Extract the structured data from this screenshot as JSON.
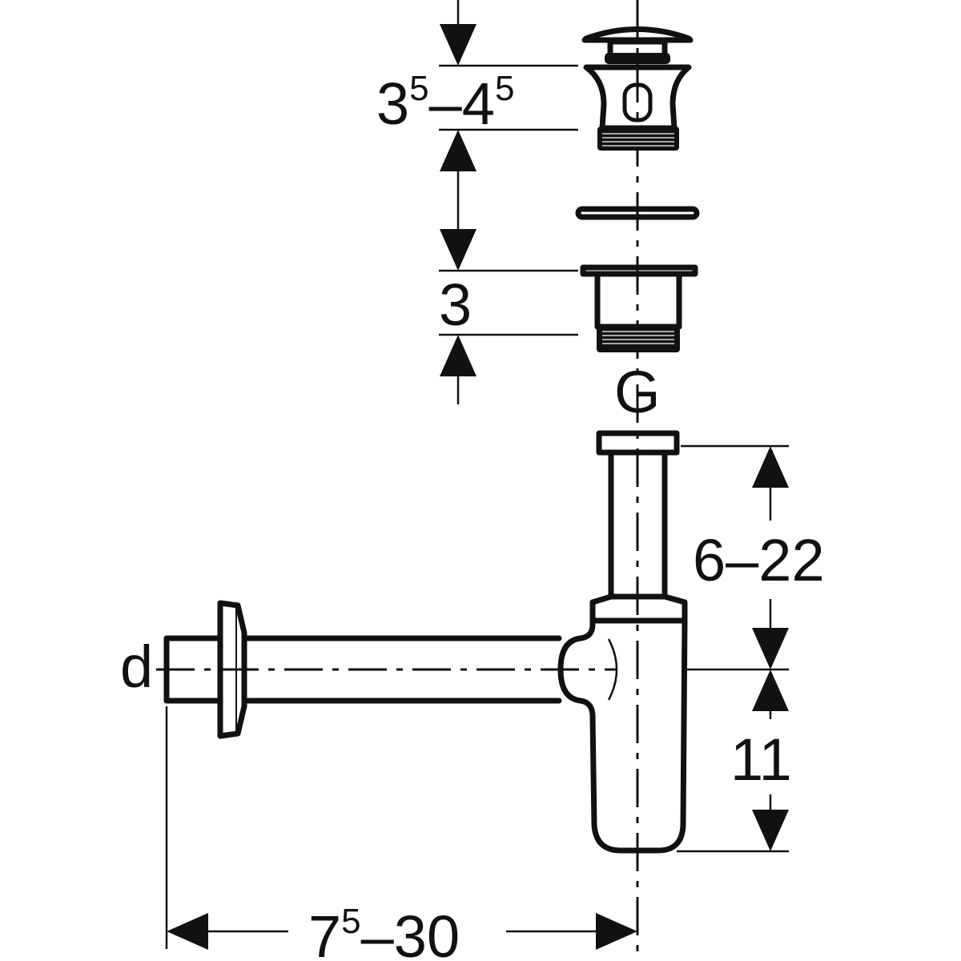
{
  "drawing": {
    "title": "Bottle trap with pop-up drain dimensions",
    "labels": {
      "plug_height": {
        "main_a": "3",
        "sup_a": "5",
        "dash": "–",
        "main_b": "4",
        "sup_b": "5"
      },
      "basket_height": "3",
      "thread": "G",
      "tube_height": "6–22",
      "trap_depth": "11",
      "diameter": "d",
      "arm_length": {
        "main_a": "7",
        "sup_a": "5",
        "rest": "–30"
      }
    },
    "colors": {
      "line": "#111111",
      "background": "#ffffff"
    }
  }
}
